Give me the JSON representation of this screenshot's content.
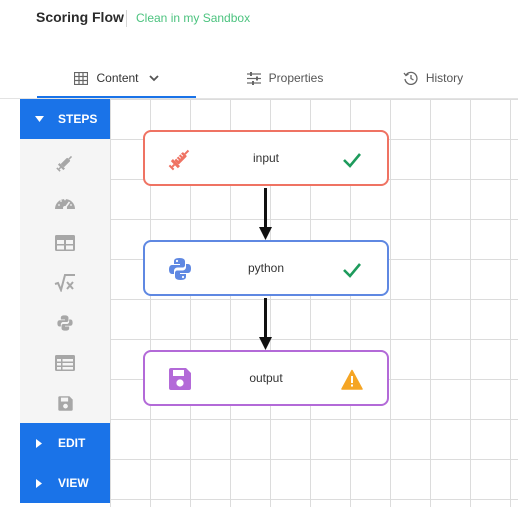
{
  "header": {
    "title": "Scoring Flow",
    "status": "Clean in my Sandbox",
    "status_color": "#4cc37f"
  },
  "tabs": [
    {
      "label": "Content",
      "icon": "grid-icon",
      "active": true,
      "has_dropdown": true
    },
    {
      "label": "Properties",
      "icon": "sliders-icon",
      "active": false
    },
    {
      "label": "History",
      "icon": "history-icon",
      "active": false
    }
  ],
  "sidebar": {
    "sections": [
      {
        "label": "STEPS",
        "expanded": true
      },
      {
        "label": "EDIT",
        "expanded": false
      },
      {
        "label": "VIEW",
        "expanded": false
      }
    ],
    "tools": [
      "syringe-icon",
      "gauge-icon",
      "table-icon",
      "sqrt-x-icon",
      "python-icon",
      "list-table-icon",
      "floppy-disk-icon"
    ],
    "accent": "#1a73e8"
  },
  "flow": {
    "nodes": [
      {
        "label": "input",
        "icon": "syringe-icon",
        "status": "check-icon",
        "border_color": "#ef7363"
      },
      {
        "label": "python",
        "icon": "python-icon",
        "status": "check-icon",
        "border_color": "#5f88e2"
      },
      {
        "label": "output",
        "icon": "floppy-disk-icon",
        "status": "warning-icon",
        "border_color": "#b36ad8"
      }
    ],
    "edges": [
      {
        "from": "input",
        "to": "python"
      },
      {
        "from": "python",
        "to": "output"
      }
    ]
  }
}
